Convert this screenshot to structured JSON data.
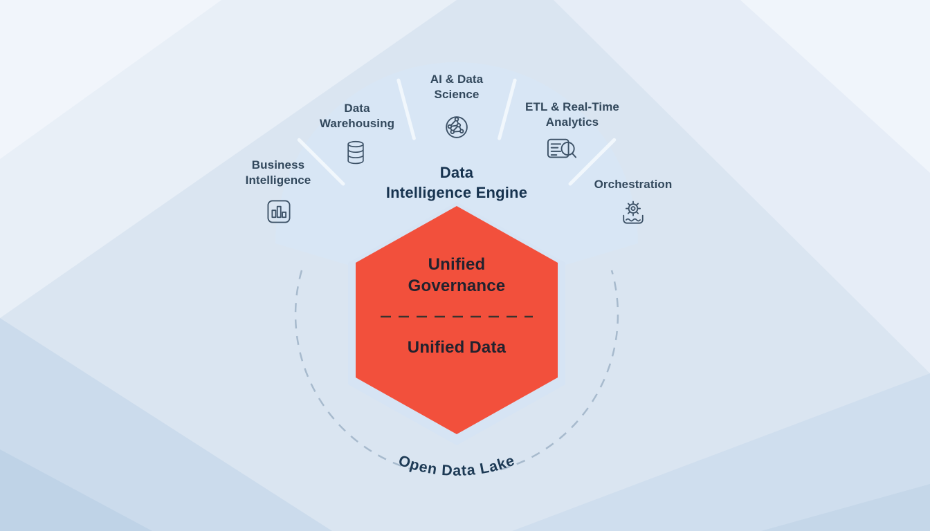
{
  "diagram": {
    "title": "Data\nIntelligence Engine",
    "capabilities": [
      {
        "label": "Business Intelligence",
        "icon": "bar-chart-icon"
      },
      {
        "label": "Data Warehousing",
        "icon": "database-icon"
      },
      {
        "label": "AI & Data Science",
        "icon": "network-globe-icon"
      },
      {
        "label": "ETL & Real-Time Analytics",
        "icon": "search-data-icon"
      },
      {
        "label": "Orchestration",
        "icon": "gear-wave-icon"
      }
    ],
    "hexagon": {
      "top_label": "Unified Governance",
      "bottom_label": "Unified Data"
    },
    "ring_label": "Open Data Lake",
    "colors": {
      "hexagon_fill": "#F2503C",
      "fan_fill": "#D8E6F5",
      "background": "#DAE5F1",
      "title_text": "#17334F",
      "label_text": "#32485C",
      "ring_dash": "#A7BACD"
    }
  }
}
